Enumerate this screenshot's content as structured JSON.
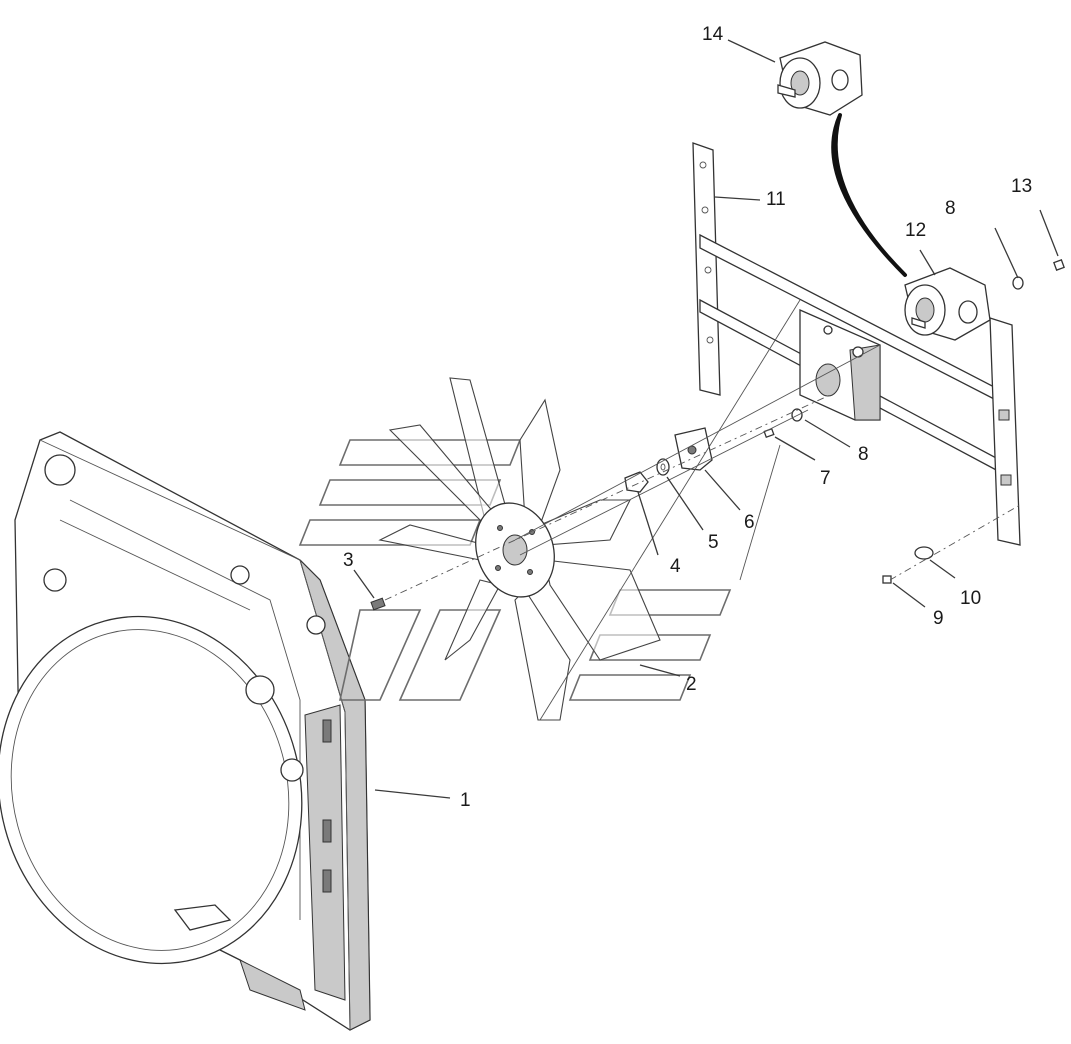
{
  "callouts": [
    {
      "id": "1",
      "label": "1"
    },
    {
      "id": "2",
      "label": "2"
    },
    {
      "id": "3",
      "label": "3"
    },
    {
      "id": "4",
      "label": "4"
    },
    {
      "id": "5",
      "label": "5"
    },
    {
      "id": "6",
      "label": "6"
    },
    {
      "id": "7",
      "label": "7"
    },
    {
      "id": "8a",
      "label": "8"
    },
    {
      "id": "8b",
      "label": "8"
    },
    {
      "id": "9",
      "label": "9"
    },
    {
      "id": "10",
      "label": "10"
    },
    {
      "id": "11",
      "label": "11"
    },
    {
      "id": "12",
      "label": "12"
    },
    {
      "id": "13",
      "label": "13"
    },
    {
      "id": "14",
      "label": "14"
    }
  ]
}
